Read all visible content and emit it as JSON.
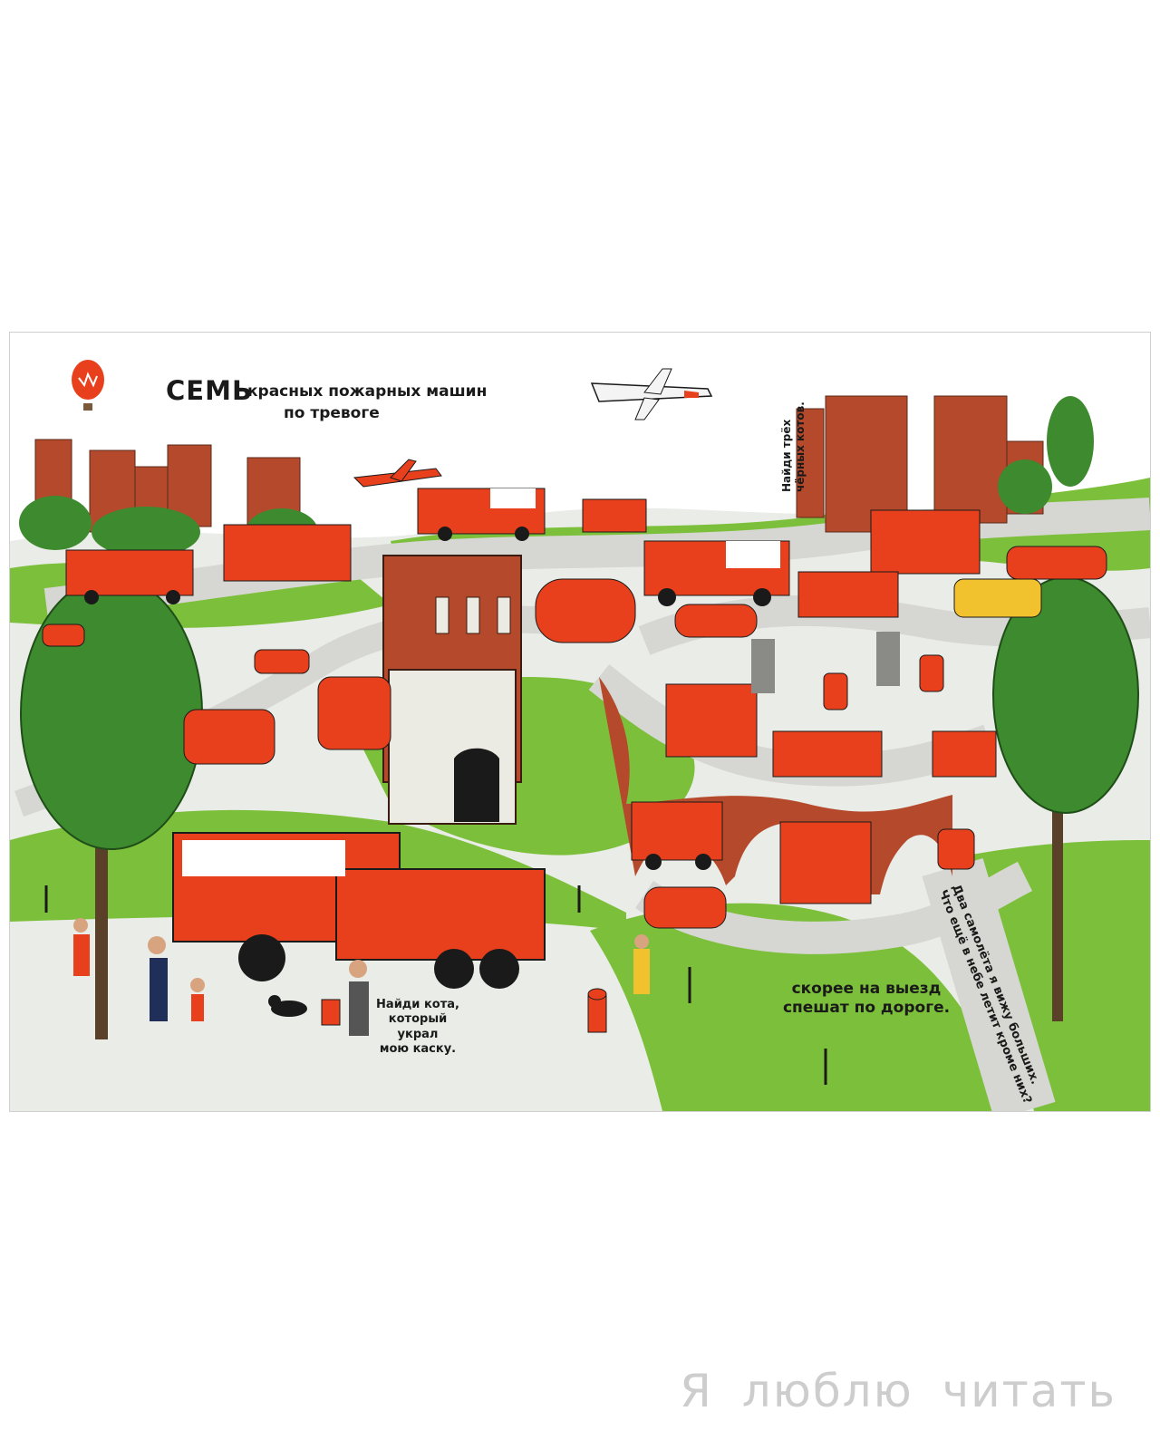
{
  "spread": {
    "title_strong": "СЕМЬ",
    "title_line1": "красных пожарных машин",
    "title_line2": "по тревоге",
    "cats_task": [
      "Найди трёх",
      "чёрных котов."
    ],
    "helmet_task": [
      "Найди кота,",
      "который украл",
      "мою каску."
    ],
    "road_text": [
      "скорее на выезд",
      "спешат по дороге."
    ],
    "planes_task": [
      "Два самолёта я вижу больших.",
      "Что ещё в небе летит кроме них?"
    ]
  },
  "watermark": "Я люблю читать",
  "colors": {
    "fire_red": "#e8401c",
    "brick": "#b4492b",
    "grass": "#7cbf3a",
    "road": "#d9d9d6",
    "tree": "#3e8a2e"
  },
  "icons": [
    "balloon-icon",
    "airplane-icon",
    "fire-hydrant-icon",
    "cat-icon"
  ]
}
